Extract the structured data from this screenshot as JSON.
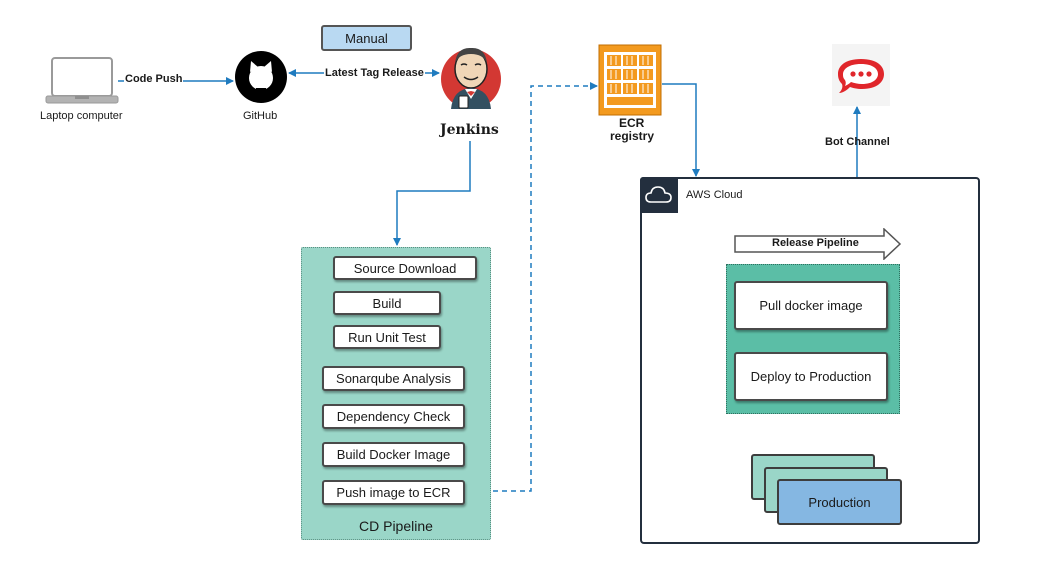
{
  "sources": {
    "laptop_label": "Laptop computer",
    "code_push_label": "Code Push",
    "github_label": "GitHub",
    "latest_tag_label": "Latest Tag Release",
    "manual_label": "Manual",
    "jenkins_label": "Jenkins"
  },
  "cd_pipeline": {
    "title": "CD Pipeline",
    "stages": [
      "Source Download",
      "Build",
      "Run Unit Test",
      "Sonarqube Analysis",
      "Dependency Check",
      "Build Docker Image",
      "Push image to ECR"
    ]
  },
  "ecr": {
    "label_line1": "ECR",
    "label_line2": "registry"
  },
  "aws": {
    "title": "AWS Cloud",
    "release_pipeline_label": "Release Pipeline",
    "steps": [
      "Pull docker image",
      "Deploy to Production"
    ],
    "production_label": "Production"
  },
  "bot": {
    "label": "Bot Channel"
  },
  "colors": {
    "arrow": "#1f7bbf",
    "pipeline_fill": "#9ad6c8",
    "release_fill": "#5bbea6",
    "production_fill": "#85b7e2",
    "manual_fill": "#b9d9f2",
    "ecr_orange": "#f39a1f",
    "rocket_red": "#e0262b"
  }
}
